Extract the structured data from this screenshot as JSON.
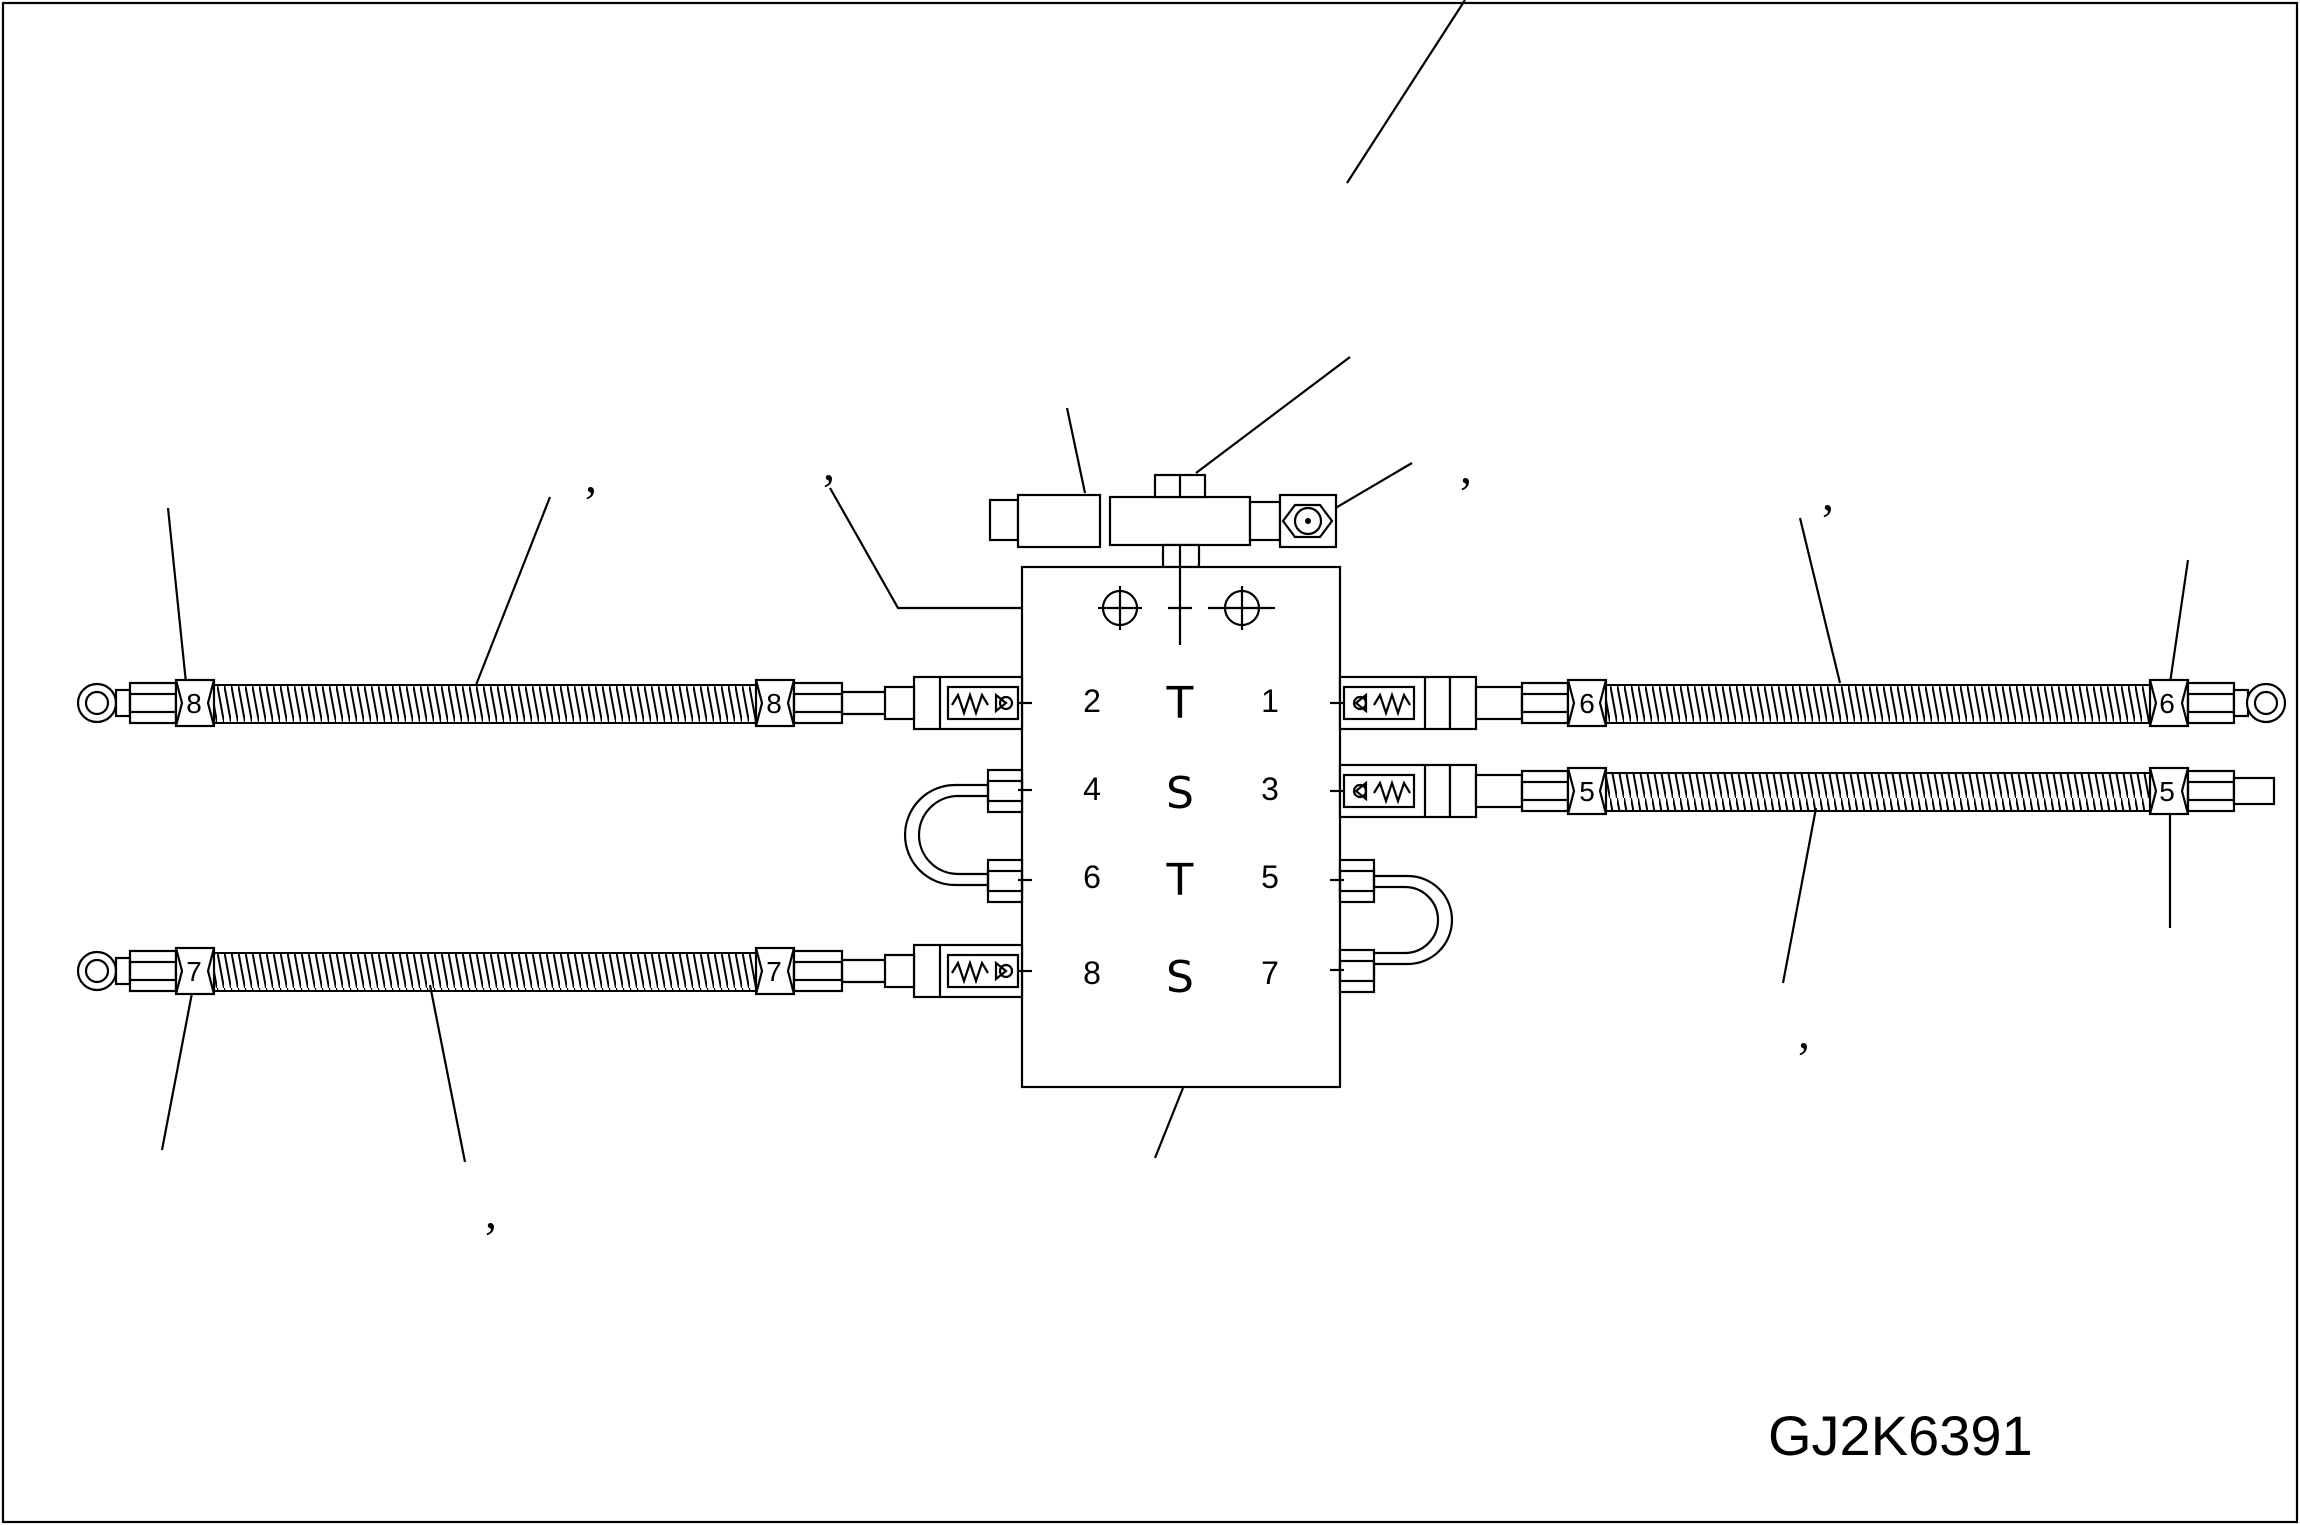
{
  "drawing": {
    "code": "GJ2K6391",
    "ports": {
      "p1": "1",
      "p2": "2",
      "p3": "3",
      "p4": "4",
      "p5": "5",
      "p6": "6",
      "p7": "7",
      "p8": "8"
    },
    "symbols": {
      "t1": "T",
      "s1": "S",
      "t2": "T",
      "s2": "S"
    },
    "hose_marks": {
      "h8": "8",
      "h7": "7",
      "h6": "6",
      "h5": "5"
    },
    "comma": ","
  }
}
